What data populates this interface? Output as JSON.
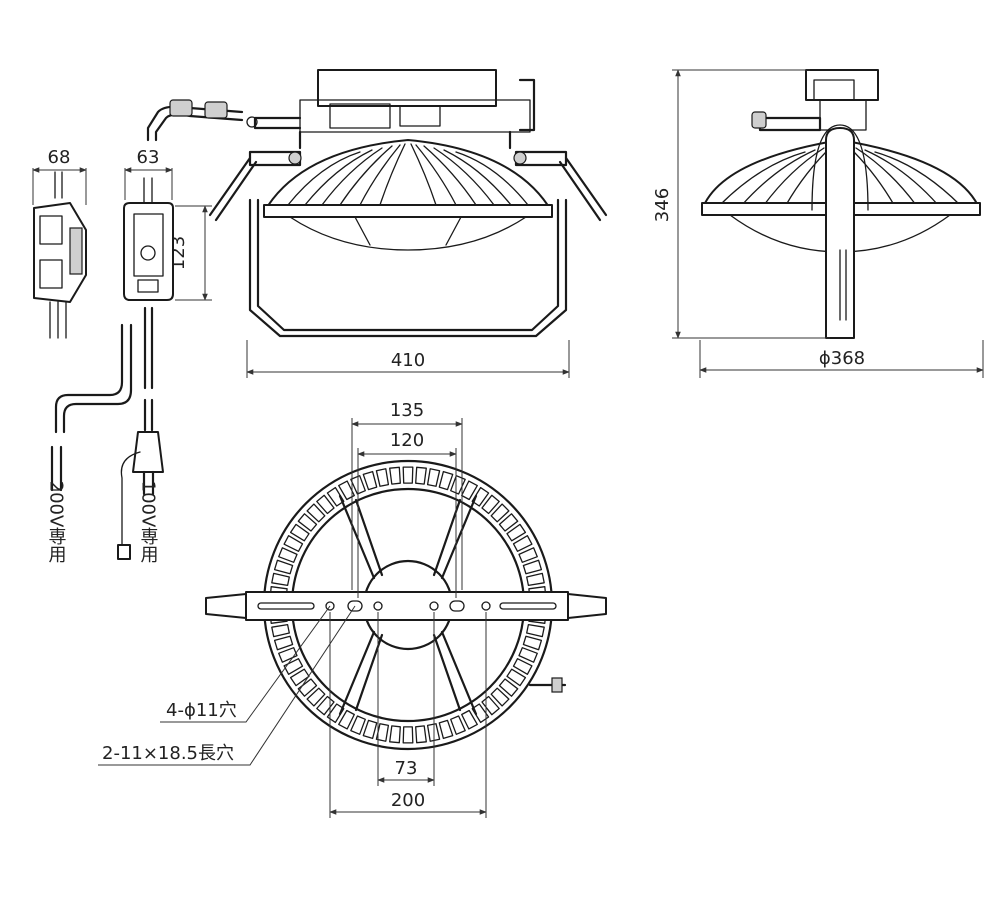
{
  "dimensions": {
    "plug200_width": "68",
    "plug100_width": "63",
    "plug100_height": "123",
    "front_width": "410",
    "side_height": "346",
    "side_diameter": "ϕ368",
    "bottom_outer_span": "135",
    "bottom_inner_span": "120",
    "bottom_hole_span": "73",
    "bottom_bracket_span": "200"
  },
  "labels": {
    "plug200_voltage": "200V専用",
    "plug100_voltage": "100V専用",
    "round_hole_note": "4-ϕ11穴",
    "slot_note": "2-11×18.5長穴"
  }
}
